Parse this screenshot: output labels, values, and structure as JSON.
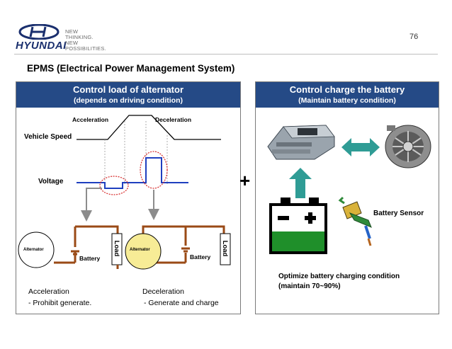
{
  "header": {
    "brand": "HYUNDAI",
    "tagline": [
      "NEW",
      "THINKING.",
      "NEW",
      "POSSIBILITIES."
    ],
    "page_number": "76"
  },
  "title": "EPMS (Electrical Power Management System)",
  "left_panel": {
    "heading": "Control load of alternator",
    "subheading": "(depends on driving condition)",
    "acceleration_label": "Acceleration",
    "deceleration_label": "Deceleration",
    "vehicle_speed_label": "Vehicle Speed",
    "voltage_label": "Voltage",
    "circuit_left": {
      "alternator": "Alternator",
      "battery": "Battery",
      "load": "Load"
    },
    "circuit_right": {
      "alternator": "Alternator",
      "battery": "Battery",
      "load": "Load"
    },
    "caption_left": [
      "Acceleration",
      "- Prohibit generate."
    ],
    "caption_right": [
      "Deceleration",
      "- Generate and charge"
    ]
  },
  "plus_sign": "+",
  "right_panel": {
    "heading": "Control charge the battery",
    "subheading": "(Maintain battery condition)",
    "battery_sensor_label": "Battery Sensor",
    "battery_symbols": {
      "minus": "−",
      "plus": "+"
    },
    "caption": [
      "Optimize battery charging condition",
      "(maintain 70~90%)"
    ]
  },
  "colors": {
    "panel_header": "#254a86",
    "wire": "#9a4a16",
    "voltage_line": "#1f3fbf",
    "highlight": "#d62828",
    "teal_arrow": "#2f9c95",
    "battery_green": "#1f8f2a",
    "alternator_active": "#f7ec96"
  }
}
